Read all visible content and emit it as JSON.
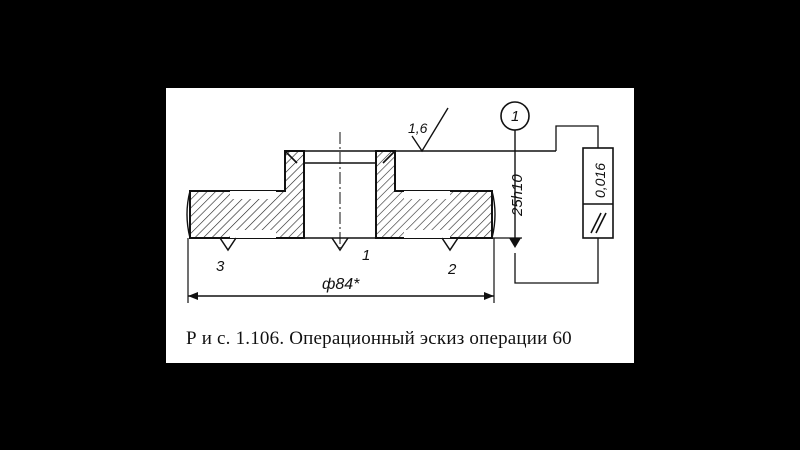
{
  "drawing": {
    "roughness_mark": "1,6",
    "datum_circle": "1",
    "height_dim": "25h10",
    "diameter_dim": "ф84*",
    "tolerance_value": "0,016",
    "support_labels": [
      "1",
      "2",
      "3"
    ]
  },
  "caption": "Р и с.  1.106.  Операционный  эскиз  операции  60",
  "colors": {
    "background": "#000000",
    "slide": "#ffffff",
    "ink": "#111111"
  }
}
